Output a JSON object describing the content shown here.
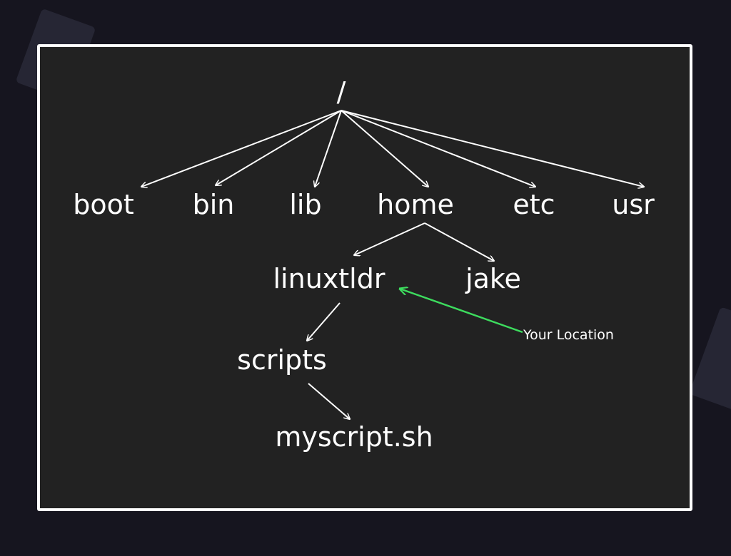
{
  "colors": {
    "background": "#16151f",
    "panel": "#222222",
    "text": "#ffffff",
    "arrow": "#ffffff",
    "highlight_arrow": "#3ddc5e"
  },
  "tree": {
    "root": "/",
    "level1": [
      "boot",
      "bin",
      "lib",
      "home",
      "etc",
      "usr"
    ],
    "home_children": [
      "linuxtldr",
      "jake"
    ],
    "linuxtldr_children": [
      "scripts"
    ],
    "scripts_children": [
      "myscript.sh"
    ]
  },
  "annotation": {
    "label": "Your Location",
    "points_to": "linuxtldr"
  }
}
